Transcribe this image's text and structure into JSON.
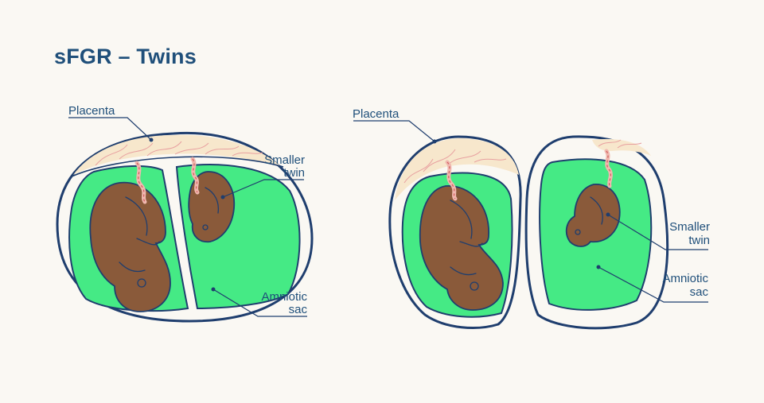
{
  "title": "sFGR – Twins",
  "labels": {
    "left_placenta": "Placenta",
    "left_smaller_twin": [
      "Smaller",
      "twin"
    ],
    "left_amniotic_sac": [
      "Amniotic",
      "sac"
    ],
    "right_placenta": "Placenta",
    "right_smaller_twin": [
      "Smaller",
      "twin"
    ],
    "right_amniotic_sac": [
      "Amniotic",
      "sac"
    ]
  },
  "colors": {
    "title": "#1f4f7a",
    "outline": "#1f3e6e",
    "amniotic_sac": "#45ea85",
    "placenta": "#f7e7cc",
    "fetus": "#8a5a3a",
    "vessels": "#e8a0a0"
  }
}
